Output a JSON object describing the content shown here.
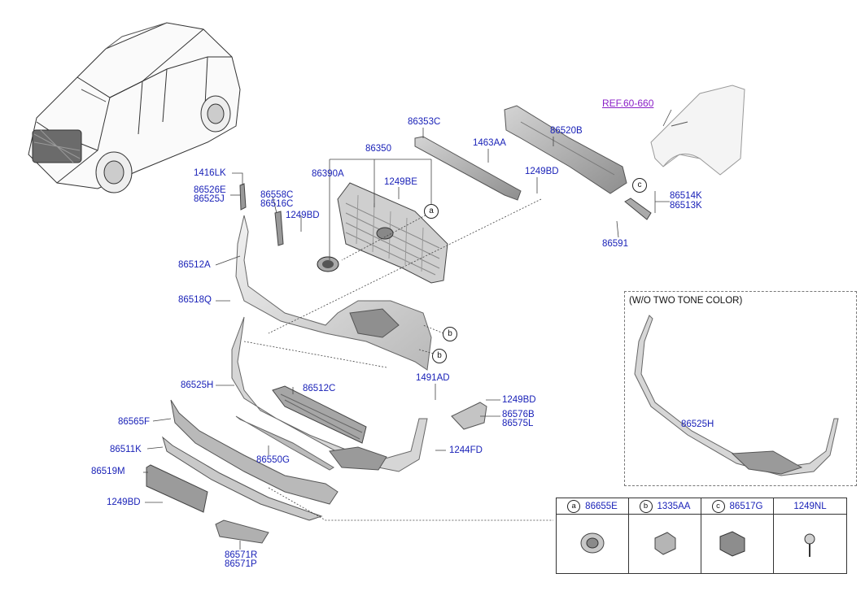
{
  "reference": "REF.60-660",
  "inset_title": "(W/O TWO TONE COLOR)",
  "inset_part": "86525H",
  "parts": {
    "p86353C": "86353C",
    "p86350": "86350",
    "p1463AA": "1463AA",
    "p86520B": "86520B",
    "p86390A": "86390A",
    "p1249BE": "1249BE",
    "p1249BD_top": "1249BD",
    "p1416LK": "1416LK",
    "p86526E": "86526E",
    "p86525J": "86525J",
    "p86558C": "86558C",
    "p86516C": "86516C",
    "p1249BD_left": "1249BD",
    "p86514K": "86514K",
    "p86513K": "86513K",
    "p86591": "86591",
    "p86512A": "86512A",
    "p86518Q": "86518Q",
    "p1491AD": "1491AD",
    "p86525H": "86525H",
    "p86512C": "86512C",
    "p1249BD_right": "1249BD",
    "p86576B": "86576B",
    "p86575L": "86575L",
    "p86565F": "86565F",
    "p86511K": "86511K",
    "p86550G": "86550G",
    "p1244FD": "1244FD",
    "p86519M": "86519M",
    "p1249BD_bottom": "1249BD",
    "p86571R": "86571R",
    "p86571P": "86571P"
  },
  "callouts": {
    "a": "a",
    "b": "b",
    "c": "c"
  },
  "legend": [
    {
      "letter": "a",
      "part": "86655E"
    },
    {
      "letter": "b",
      "part": "1335AA"
    },
    {
      "letter": "c",
      "part": "86517G"
    },
    {
      "letter": "",
      "part": "1249NL"
    }
  ]
}
